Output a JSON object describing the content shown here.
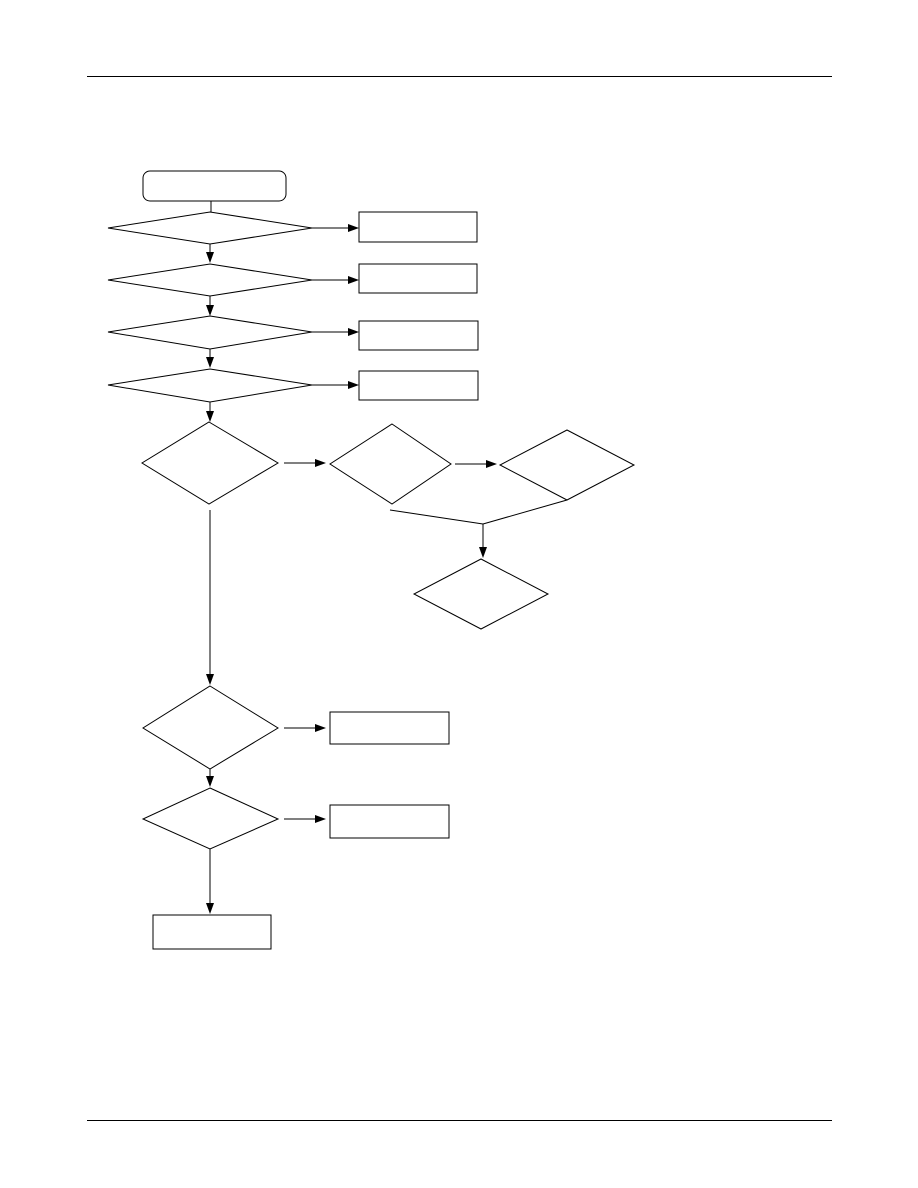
{
  "page": {
    "header_rule": true,
    "footer_rule": true
  },
  "colors": {
    "stroke": "#000000",
    "background": "#ffffff"
  },
  "flowchart": {
    "start": {
      "shape": "rounded-rect",
      "label": ""
    },
    "decisions": [
      {
        "id": "decision-1",
        "label": ""
      },
      {
        "id": "decision-2",
        "label": ""
      },
      {
        "id": "decision-3",
        "label": ""
      },
      {
        "id": "decision-4",
        "label": ""
      },
      {
        "id": "decision-5",
        "label": ""
      },
      {
        "id": "decision-6",
        "label": ""
      },
      {
        "id": "decision-7",
        "label": ""
      },
      {
        "id": "decision-8",
        "label": ""
      },
      {
        "id": "decision-9",
        "label": ""
      },
      {
        "id": "decision-10",
        "label": ""
      }
    ],
    "processes": [
      {
        "id": "process-1",
        "label": ""
      },
      {
        "id": "process-2",
        "label": ""
      },
      {
        "id": "process-3",
        "label": ""
      },
      {
        "id": "process-4",
        "label": ""
      },
      {
        "id": "process-5",
        "label": ""
      },
      {
        "id": "process-6",
        "label": ""
      },
      {
        "id": "process-7",
        "label": ""
      }
    ]
  }
}
